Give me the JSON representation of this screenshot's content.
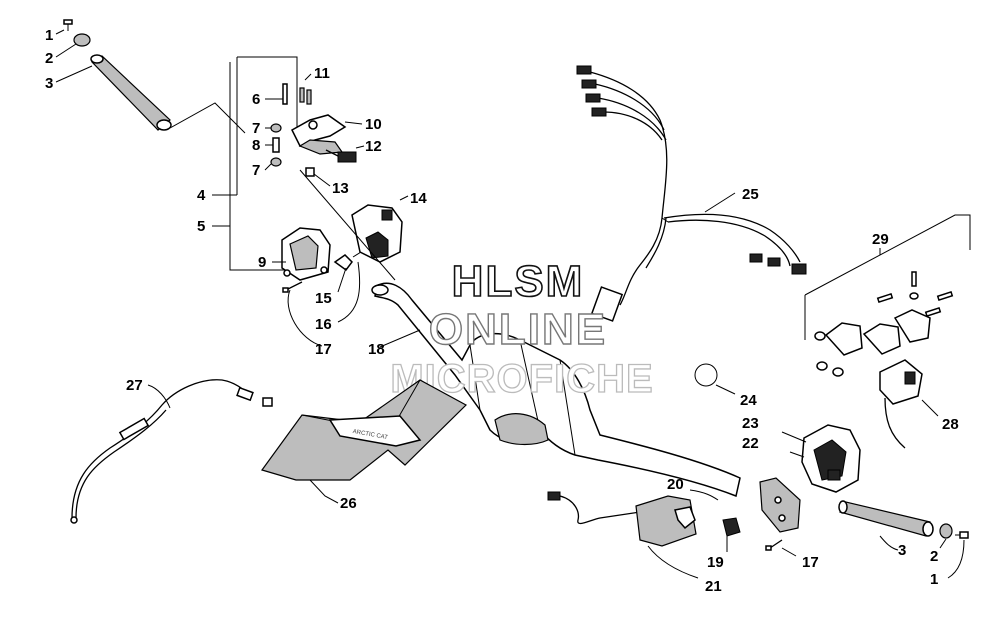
{
  "watermark": {
    "line1": "HLSM",
    "line2": "ONLINE",
    "line3": "MICROFICHE"
  },
  "callouts": {
    "c1_left": "1",
    "c2_left": "2",
    "c3_left": "3",
    "c4": "4",
    "c5": "5",
    "c6": "6",
    "c7_top": "7",
    "c8": "8",
    "c7_bottom": "7",
    "c9": "9",
    "c10": "10",
    "c11": "11",
    "c12": "12",
    "c13": "13",
    "c14": "14",
    "c15": "15",
    "c16": "16",
    "c17_left": "17",
    "c18": "18",
    "c19": "19",
    "c20": "20",
    "c21": "21",
    "c22": "22",
    "c23": "23",
    "c24": "24",
    "c25": "25",
    "c26": "26",
    "c27": "27",
    "c28": "28",
    "c29": "29",
    "c17_right": "17",
    "c3_right": "3",
    "c2_right": "2",
    "c1_right": "1"
  },
  "pad_brand_text": "ARCTIC CAT"
}
